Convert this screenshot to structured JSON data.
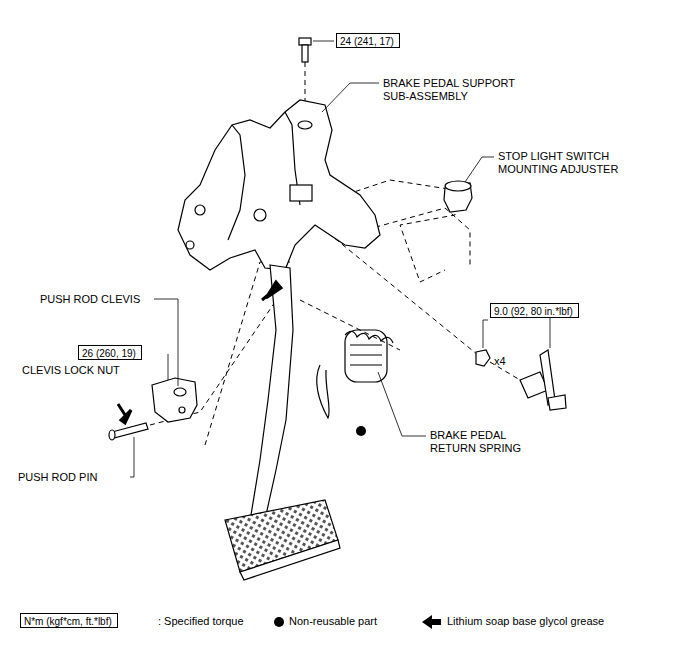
{
  "diagram": {
    "nodes": [
      {
        "text": [
          "24 (241, 17)"
        ]
      },
      {
        "text": [
          "9.0 (92, 80 in.*lbf)"
        ]
      },
      {
        "text": [
          "26 (260, 19)"
        ]
      },
      {
        "text": [
          "N*m (kgf*cm, ft.*lbf)"
        ]
      }
    ],
    "labels": [
      "BRAKE PEDAL SUPPORT SUB-ASSEMBLY",
      "STOP LIGHT SWITCH MOUNTING ADJUSTER",
      "PUSH ROD CLEVIS",
      "CLEVIS LOCK NUT",
      "x4",
      "BRAKE PEDAL RETURN SPRING",
      "PUSH ROD PIN"
    ],
    "legend": [
      {
        "text": ": Specified torque"
      },
      {
        "text": "Non-reusable part"
      },
      {
        "text": "Lithium soap base glycol grease"
      }
    ]
  }
}
